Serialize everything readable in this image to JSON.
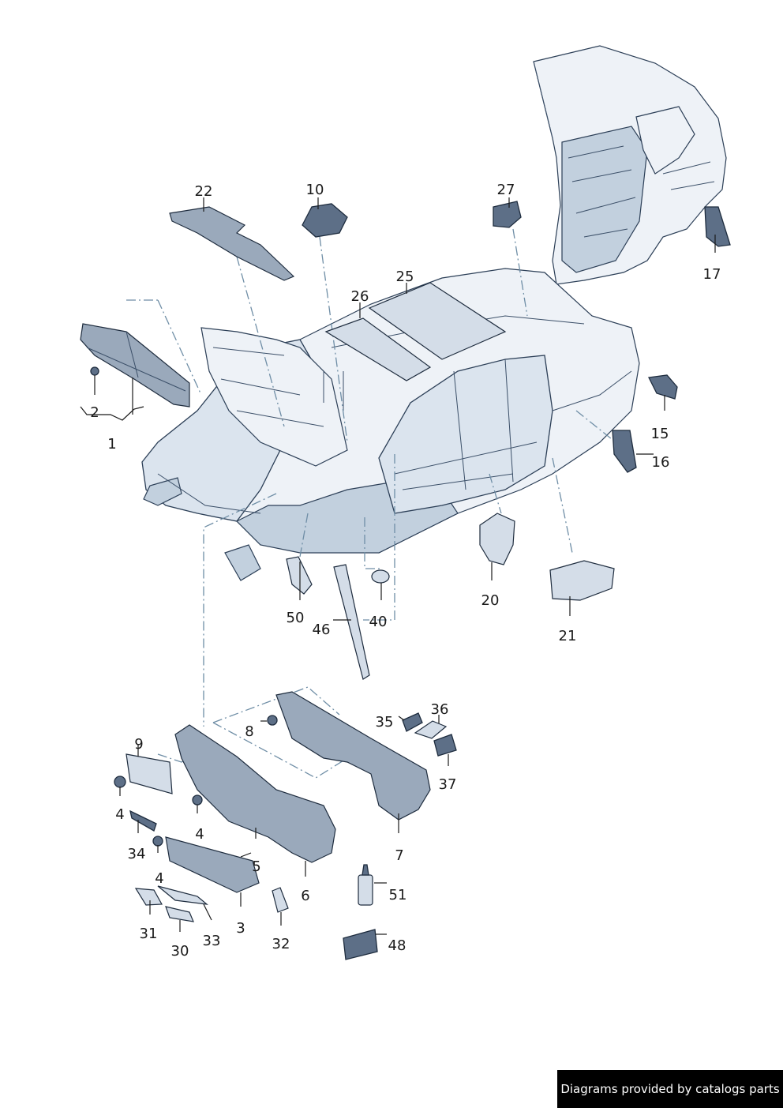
{
  "diagram": {
    "callouts": [
      "1",
      "2",
      "3",
      "4",
      "4",
      "4",
      "5",
      "6",
      "7",
      "8",
      "9",
      "10",
      "15",
      "16",
      "17",
      "20",
      "21",
      "22",
      "25",
      "26",
      "27",
      "30",
      "31",
      "32",
      "33",
      "34",
      "35",
      "36",
      "37",
      "40",
      "46",
      "48",
      "50",
      "51"
    ]
  },
  "credit": "Diagrams provided by catalogs parts",
  "colors": {
    "body": "#dbe4ee",
    "outline": "#2c3f57",
    "part_dark": "#5d6f87",
    "leader": "#1a1a1a",
    "dash": "#6f8ea6"
  }
}
